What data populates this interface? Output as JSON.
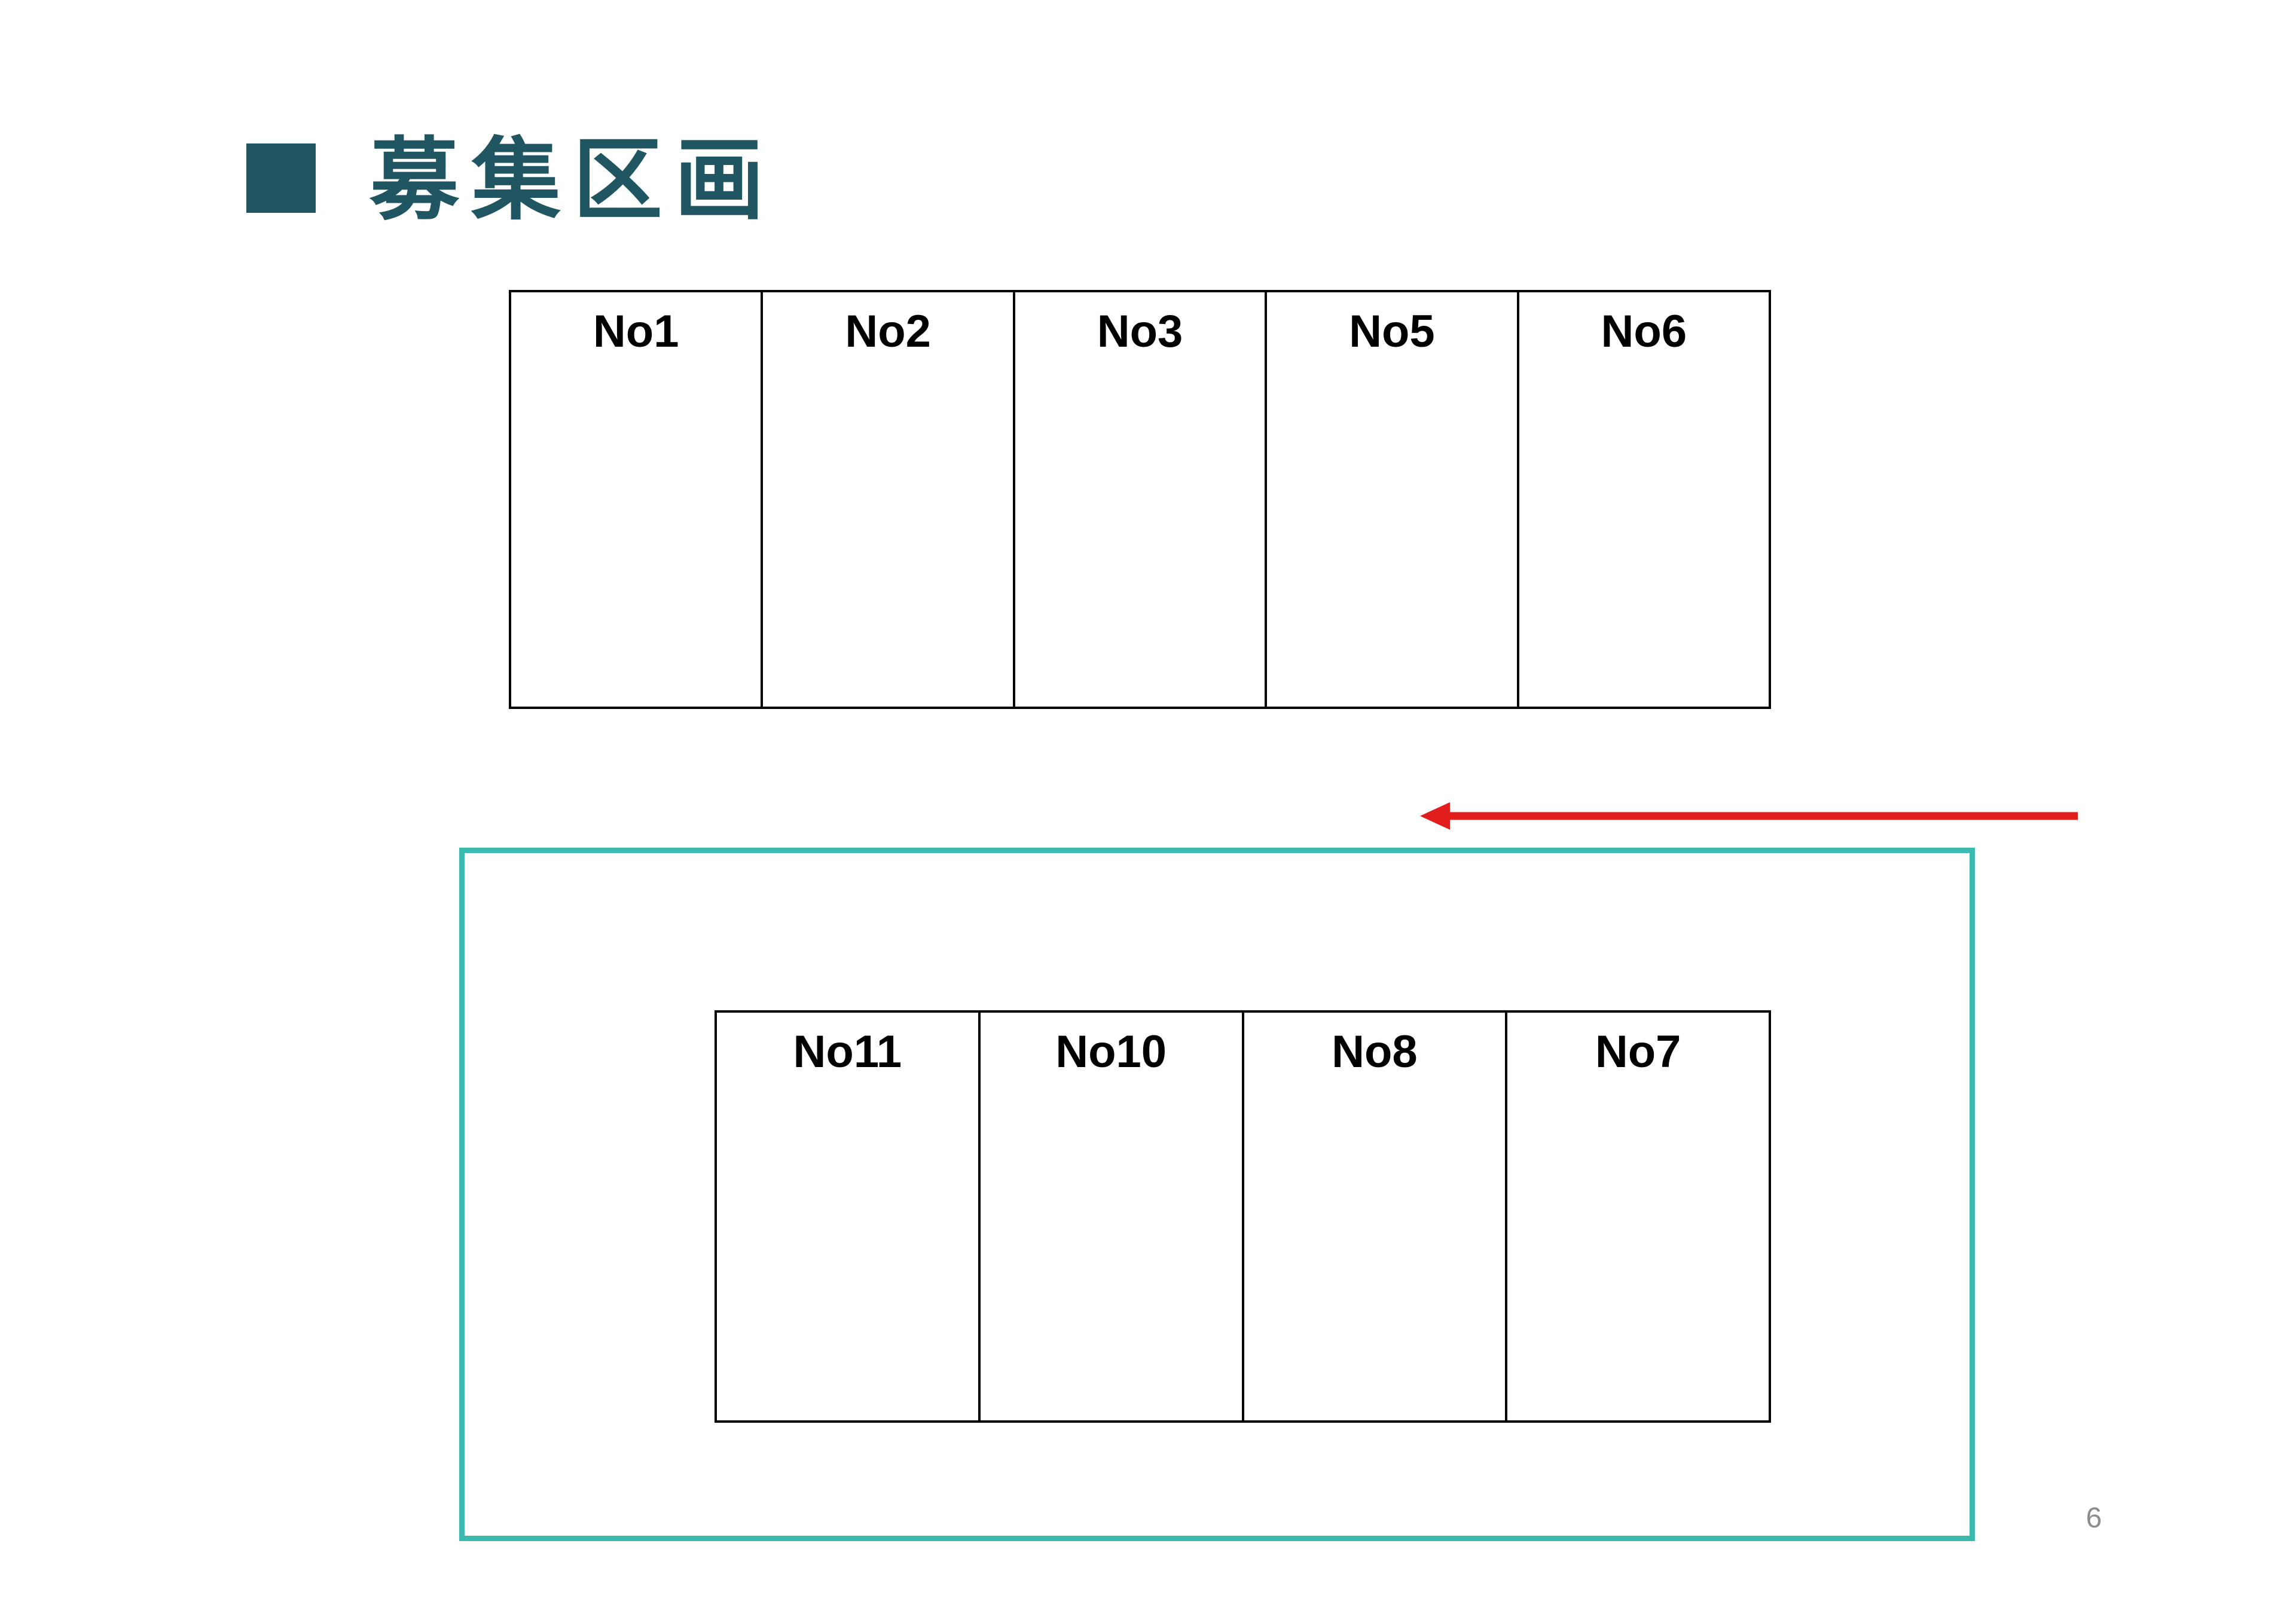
{
  "slide": {
    "title": "募集区画",
    "page_number": "6"
  },
  "colors": {
    "title": "#1f5661",
    "frame": "#3dbab0",
    "arrow": "#e11d1d",
    "lines": "#000000"
  },
  "upper_row": {
    "lots": [
      "No1",
      "No2",
      "No3",
      "No5",
      "No6"
    ]
  },
  "lower_row": {
    "lots": [
      "No11",
      "No10",
      "No8",
      "No7"
    ]
  },
  "icons": {
    "title_bullet": "square-bullet-icon",
    "direction": "arrow-left-icon"
  }
}
